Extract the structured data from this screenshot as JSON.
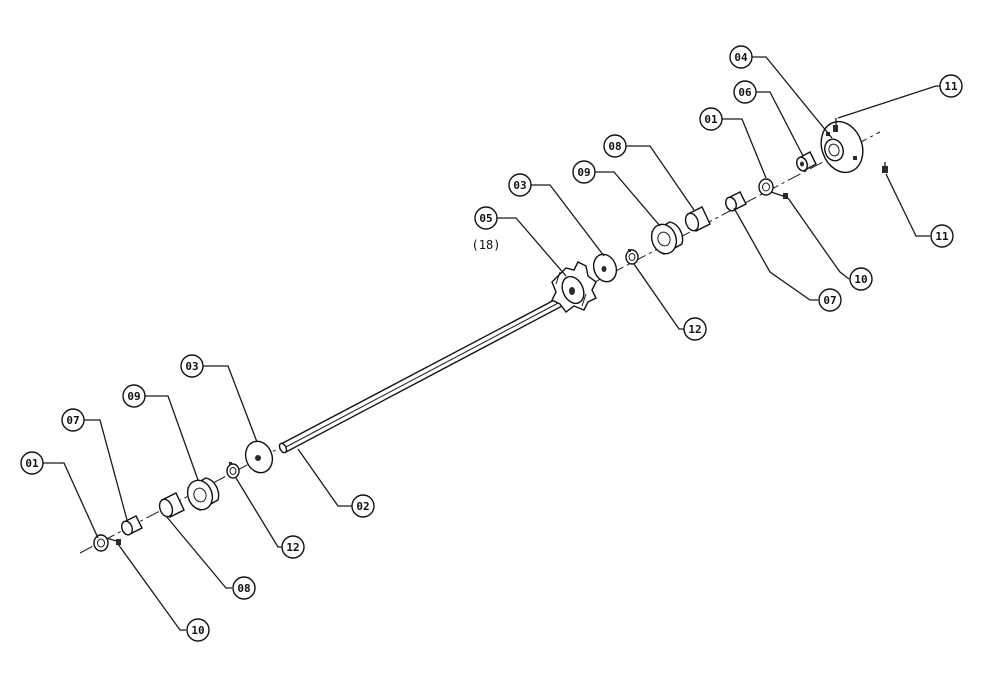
{
  "diagram": {
    "quantity_note": "(18)",
    "callouts": [
      {
        "id": "c-01-left",
        "label": "01"
      },
      {
        "id": "c-07-left",
        "label": "07"
      },
      {
        "id": "c-09-left",
        "label": "09"
      },
      {
        "id": "c-03-left",
        "label": "03"
      },
      {
        "id": "c-10-left",
        "label": "10"
      },
      {
        "id": "c-08-left",
        "label": "08"
      },
      {
        "id": "c-12-left",
        "label": "12"
      },
      {
        "id": "c-02",
        "label": "02"
      },
      {
        "id": "c-05",
        "label": "05"
      },
      {
        "id": "c-03-right",
        "label": "03"
      },
      {
        "id": "c-12-right",
        "label": "12"
      },
      {
        "id": "c-09-right",
        "label": "09"
      },
      {
        "id": "c-08-right",
        "label": "08"
      },
      {
        "id": "c-01-right",
        "label": "01"
      },
      {
        "id": "c-07-right",
        "label": "07"
      },
      {
        "id": "c-10-right",
        "label": "10"
      },
      {
        "id": "c-06",
        "label": "06"
      },
      {
        "id": "c-04",
        "label": "04"
      },
      {
        "id": "c-11-top",
        "label": "11"
      },
      {
        "id": "c-11-bottom",
        "label": "11"
      }
    ]
  }
}
